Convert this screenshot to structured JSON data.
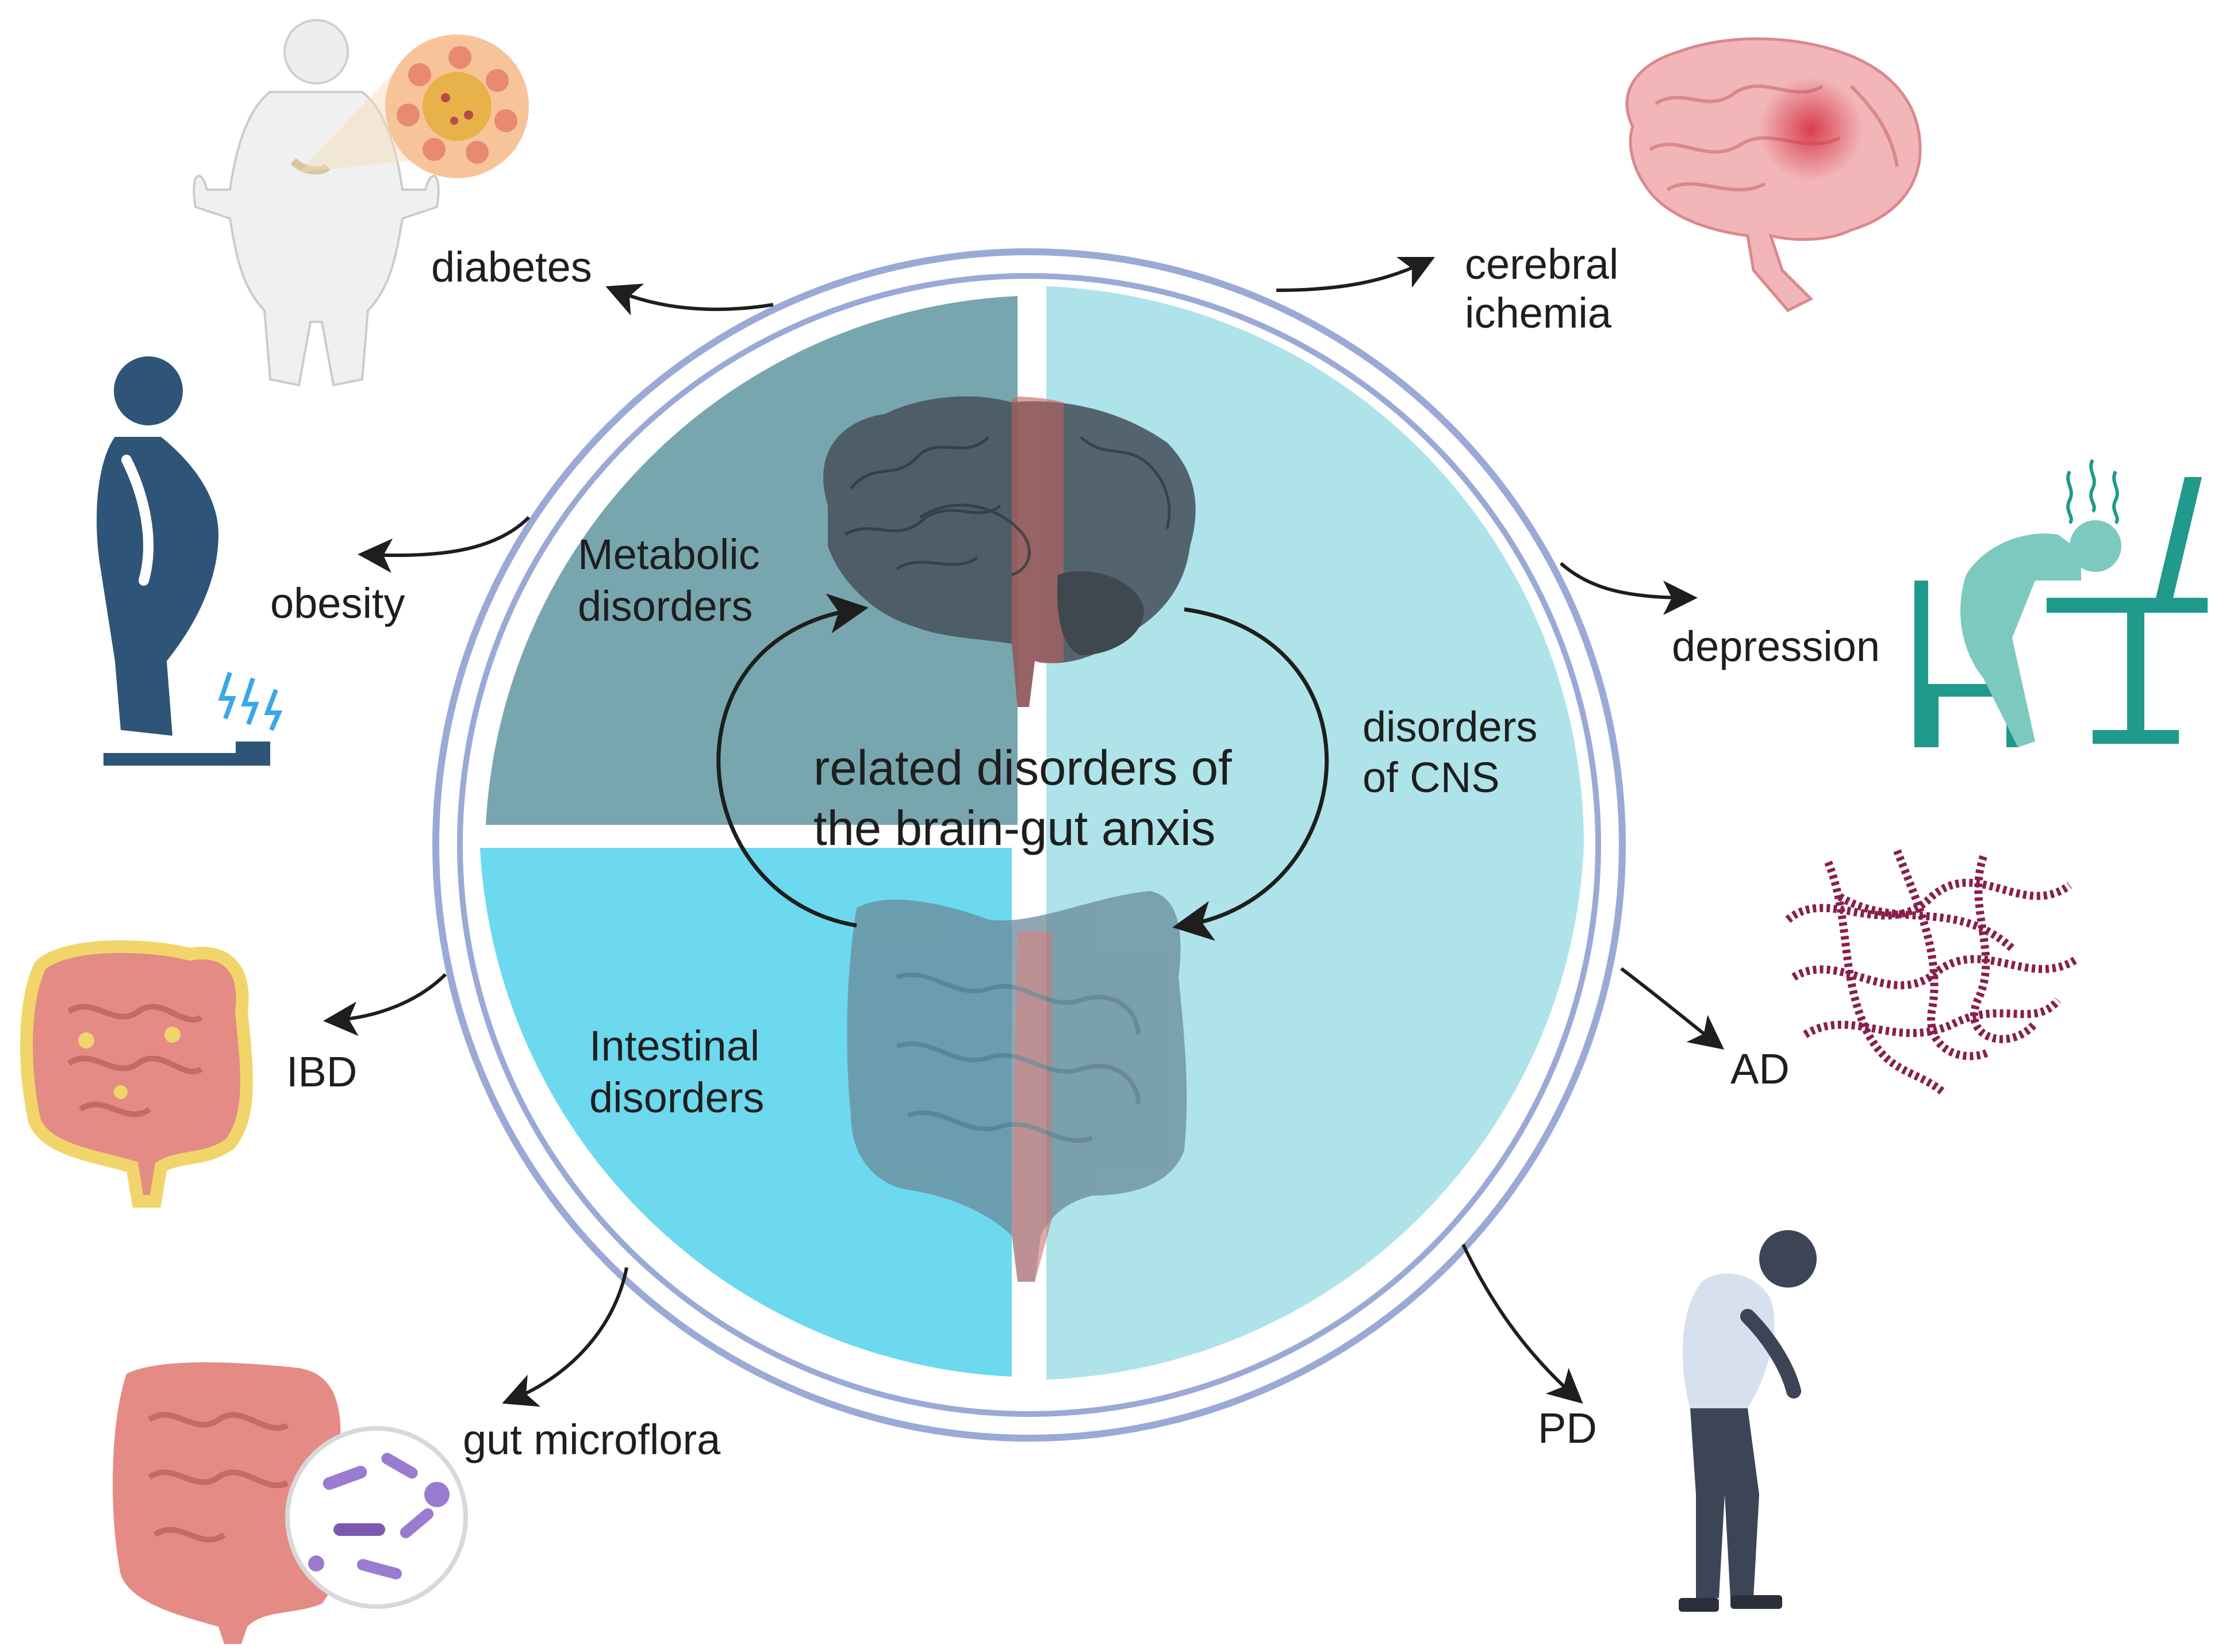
{
  "center": {
    "title_line1": "related disorders of",
    "title_line2": "the brain-gut anxis"
  },
  "quadrants": {
    "metabolic_line1": "Metabolic",
    "metabolic_line2": "disorders",
    "cns_line1": "disorders",
    "cns_line2": "of CNS",
    "intestinal_line1": "Intestinal",
    "intestinal_line2": "disorders"
  },
  "labels": {
    "diabetes": "diabetes",
    "obesity": "obesity",
    "ibd": "IBD",
    "gut_microflora": "gut microflora",
    "cerebral_line1": "cerebral",
    "cerebral_line2": "ichemia",
    "depression": "depression",
    "ad": "AD",
    "pd": "PD"
  },
  "colors": {
    "metabolic_quadrant": "#78a6ae",
    "cns_quadrant": "#aee3e9",
    "intestinal_quadrant": "#6cd9ef",
    "ring": "#9aa9d6",
    "brain": "#4a5560",
    "brain_highlight": "#c0605e",
    "gut": "#6a8a9a",
    "obesity_figure": "#2e5577",
    "depression_figure": "#1f9a8c",
    "amyloid": "#8a1e4a",
    "intestine_pink": "#e48b85",
    "fat_yellow": "#f2d56a",
    "bacteria_purple": "#9a7bd0",
    "brain_pink": "#f2b5b8",
    "pd_figure": "#3b4556",
    "arrow": "#1e1e1e",
    "text": "#1e1e1e"
  }
}
